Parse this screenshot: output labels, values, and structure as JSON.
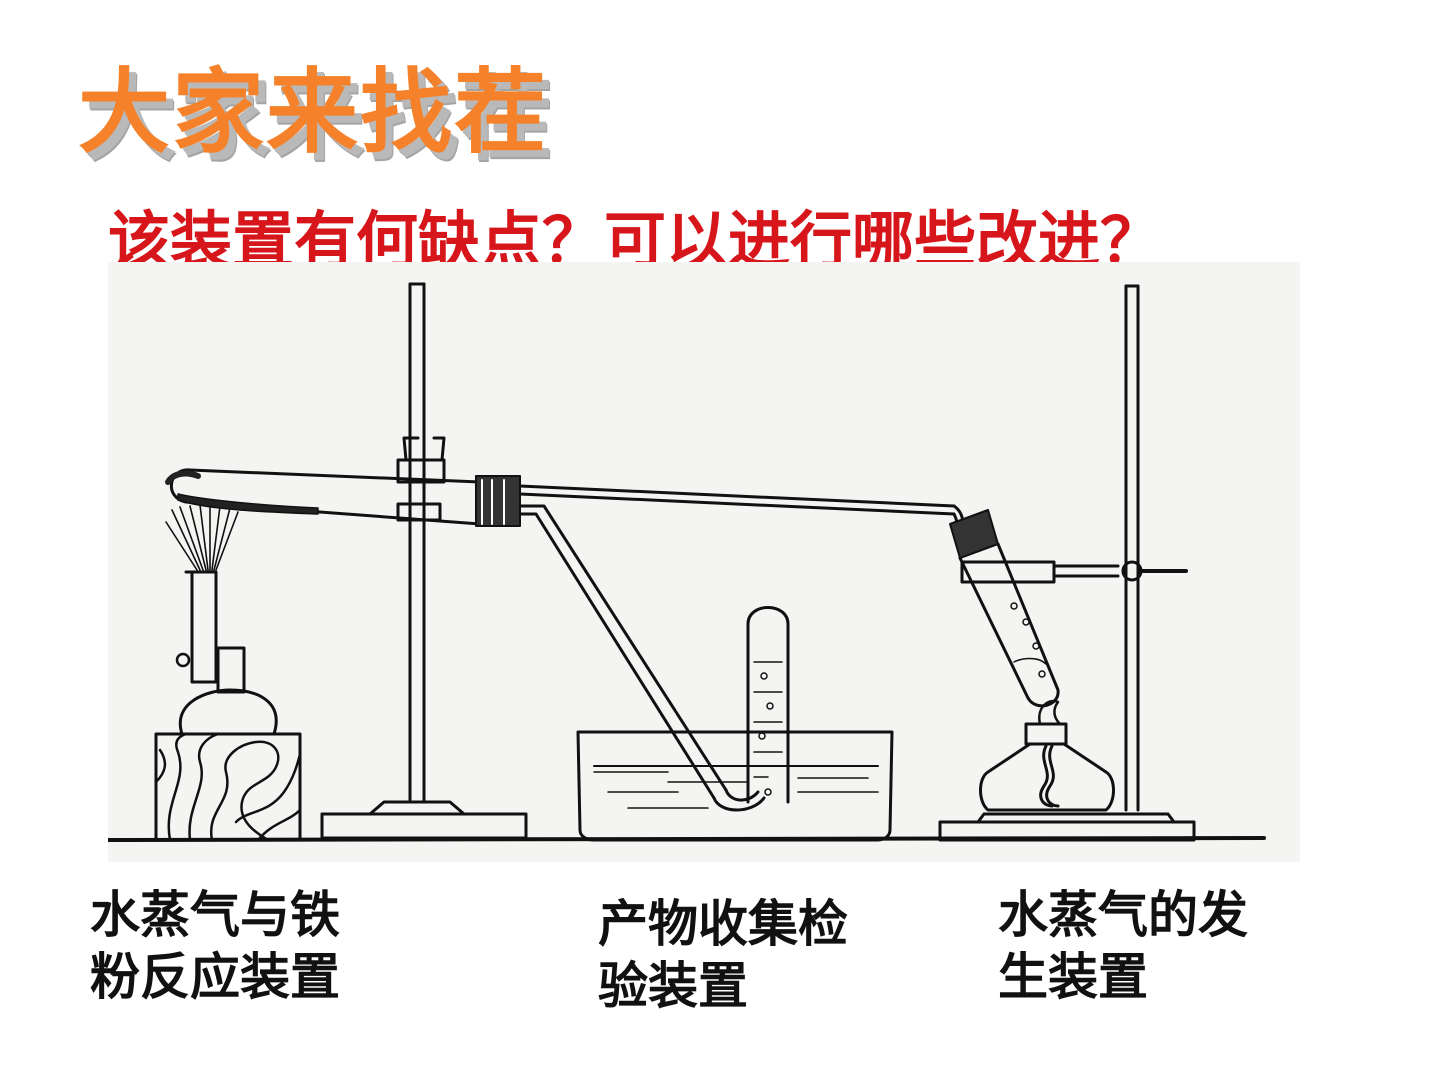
{
  "slide": {
    "title": "大家来找茬",
    "question": "该装置有何缺点？可以进行哪些改进？"
  },
  "captions": [
    {
      "line1": "水蒸气与铁",
      "line2": "粉反应装置"
    },
    {
      "line1": "产物收集检",
      "line2": "验装置"
    },
    {
      "line1": "水蒸气的发",
      "line2": "生装置"
    }
  ],
  "colors": {
    "title": "#f5822a",
    "title_shadow": "#b9b9b9",
    "question": "#d6161b",
    "caption": "#111111",
    "line_art": "#111111"
  }
}
